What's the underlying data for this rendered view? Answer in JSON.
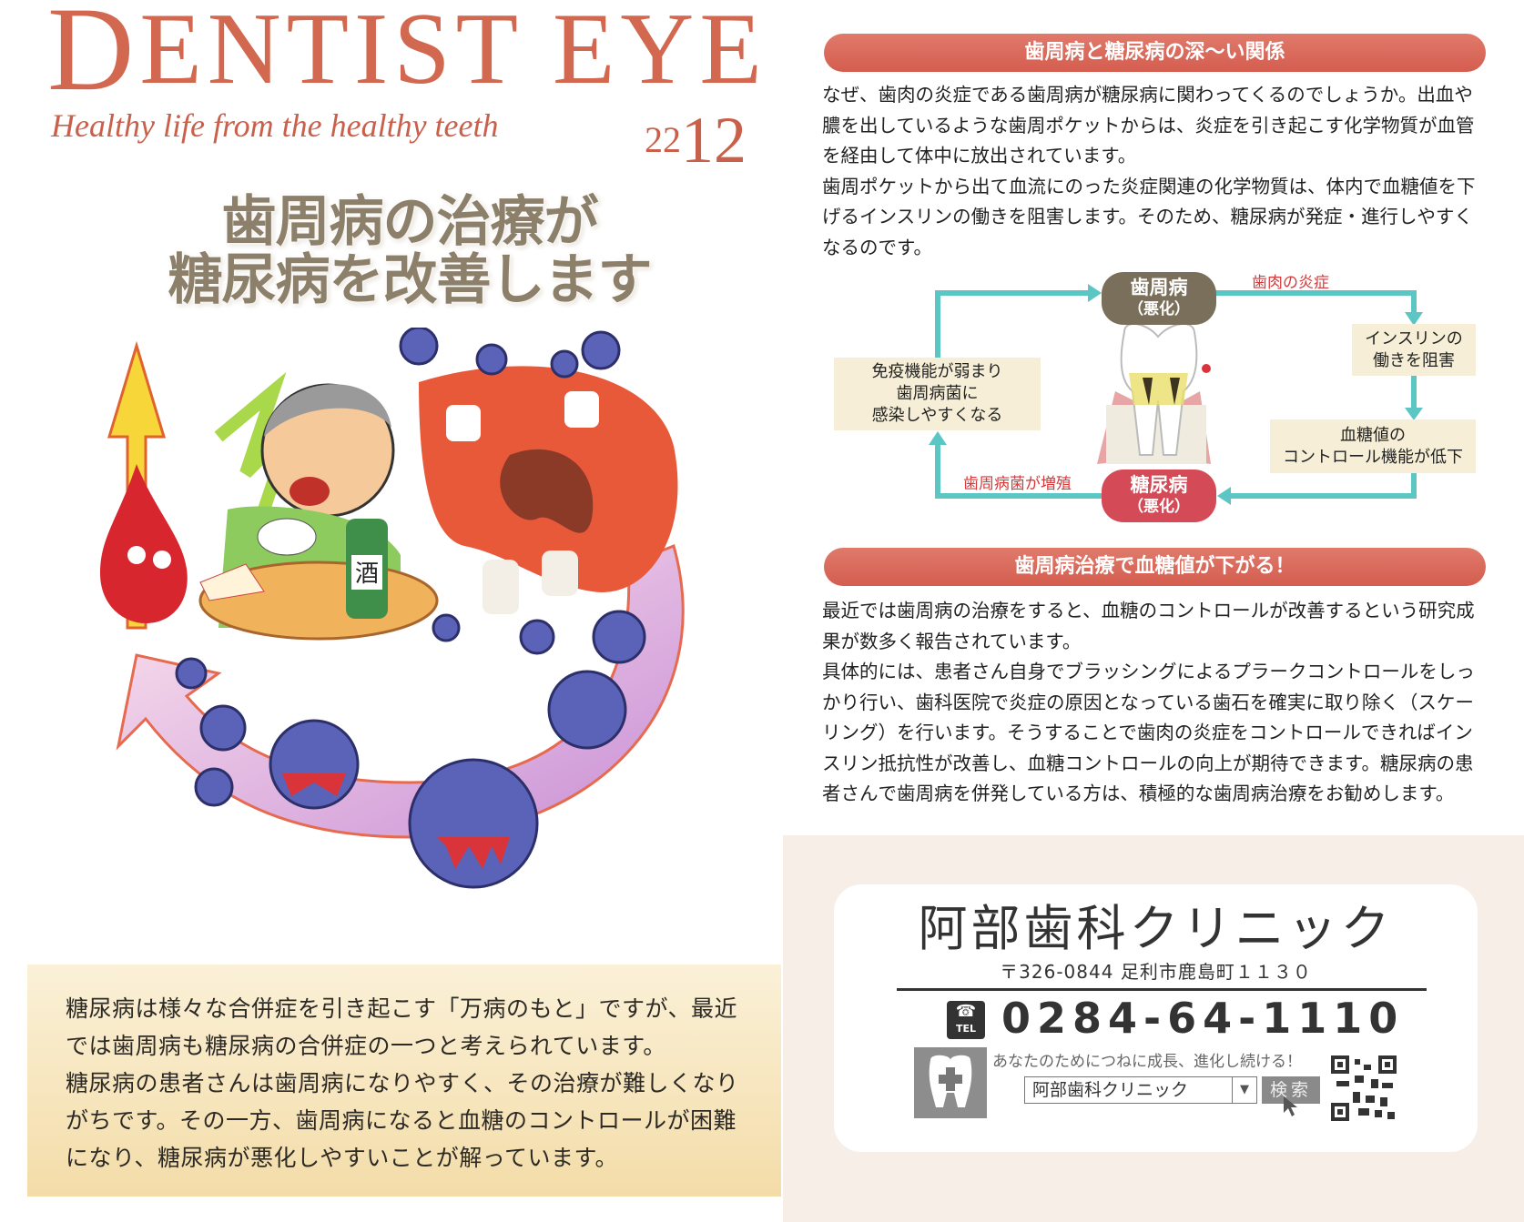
{
  "masthead": {
    "title_first": "D",
    "title_rest": "ENTIST EYE",
    "subtitle": "Healthy life from the healthy teeth",
    "issue_year": "22",
    "issue_month": "12"
  },
  "headline": [
    "歯周病の治療が",
    "糖尿病を改善します"
  ],
  "illustration": {
    "bottle_label": "酒"
  },
  "intro_box": {
    "lines": [
      "糖尿病は様々な合併症を引き起こす「万病のもと」ですが、最近",
      "では歯周病も糖尿病の合併症の一つと考えられています。",
      "糖尿病の患者さんは歯周病になりやすく、その治療が難しくなり",
      "がちです。その一方、歯周病になると血糖のコントロールが困難",
      "になり、糖尿病が悪化しやすいことが解っています。"
    ]
  },
  "section1": {
    "heading": "歯周病と糖尿病の深〜い関係",
    "lines": [
      "なぜ、歯肉の炎症である歯周病が糖尿病に関わってくるのでしょうか。出血や",
      "膿を出しているような歯周ポケットからは、炎症を引き起こす化学物質が血管",
      "を経由して体中に放出されています。",
      "歯周ポケットから出て血流にのった炎症関連の化学物質は、体内で血糖値を下",
      "げるインスリンの働きを阻害します。そのため、糖尿病が発症・進行しやすく",
      "なるのです。"
    ]
  },
  "diagram": {
    "node_top": {
      "title": "歯周病",
      "sub": "（悪化）",
      "color": "#7a6f5a"
    },
    "node_bottom": {
      "title": "糖尿病",
      "sub": "（悪化）",
      "color": "#d44a56"
    },
    "label_top_right": "歯肉の炎症",
    "label_bottom_left": "歯周病菌が増殖",
    "box_insulin": [
      "インスリンの",
      "働きを阻害"
    ],
    "box_glucose": [
      "血糖値の",
      "コントロール機能が低下"
    ],
    "box_immune": [
      "免疫機能が弱まり",
      "歯周病菌に",
      "感染しやすくなる"
    ],
    "arrow_color": "#5cc6c4"
  },
  "section2": {
    "heading": "歯周病治療で血糖値が下がる！",
    "lines": [
      "最近では歯周病の治療をすると、血糖のコントロールが改善するという研究成",
      "果が数多く報告されています。",
      "具体的には、患者さん自身でブラッシングによるプラークコントロールをしっ",
      "かり行い、歯科医院で炎症の原因となっている歯石を確実に取り除く（スケー",
      "リング）を行います。そうすることで歯肉の炎症をコントロールできればイン",
      "スリン抵抗性が改善し、血糖コントロールの向上が期待できます。糖尿病の患",
      "者さんで歯周病を併発している方は、積極的な歯周病治療をお勧めします。"
    ]
  },
  "clinic": {
    "name": "阿部歯科クリニック",
    "address": "〒326-0844  足利市鹿島町１１３０",
    "tel_icon_label": "TEL",
    "phone": "0284-64-1110",
    "tagline": "あなたのためにつねに成長、進化し続ける！",
    "search_value": "阿部歯科クリニック",
    "search_button": "検索"
  },
  "colors": {
    "accent": "#d2684f",
    "banner": "#d9675a",
    "headline": "#8c806b"
  }
}
